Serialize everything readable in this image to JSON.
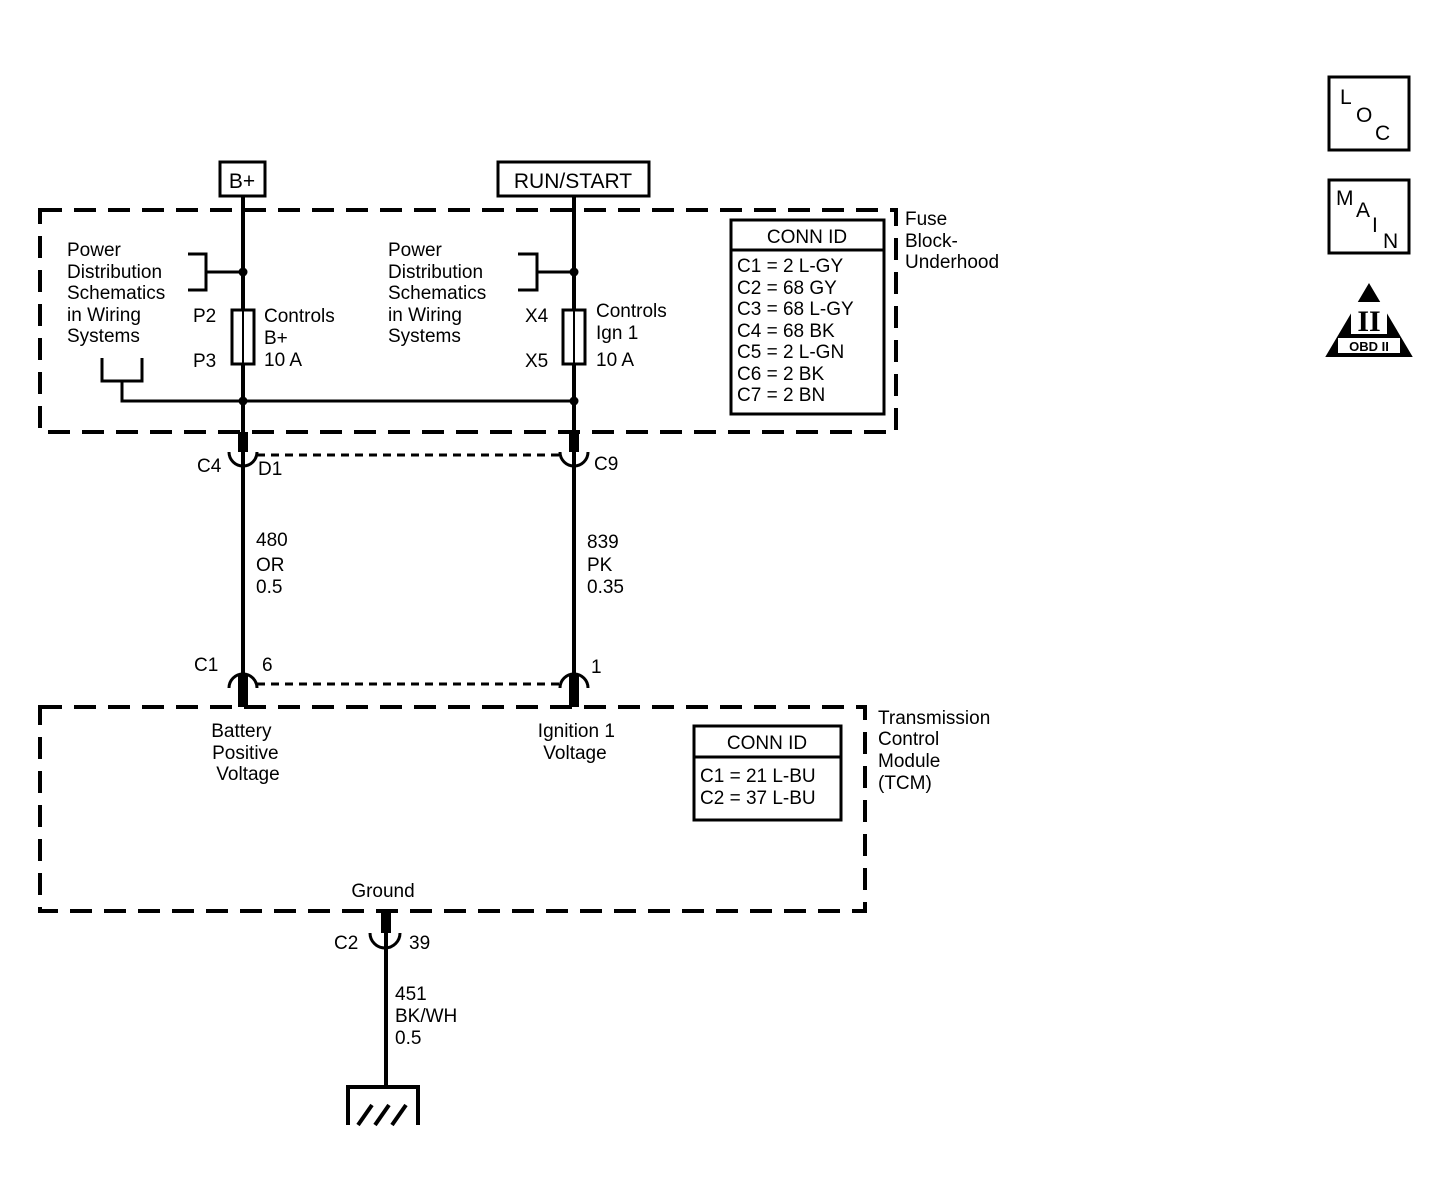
{
  "power_sources": {
    "bplus": "B+",
    "run_start": "RUN/START"
  },
  "nav_buttons": {
    "loc": [
      "L",
      "O",
      "C"
    ],
    "main": [
      "M",
      "A",
      "I",
      "N"
    ],
    "obd": {
      "roman": "II",
      "label": "OBD II"
    }
  },
  "fuse_block": {
    "name": [
      "Fuse",
      "Block-",
      "Underhood"
    ],
    "left_note": [
      "Power",
      "Distribution",
      "Schematics",
      "in Wiring",
      "Systems"
    ],
    "right_note": [
      "Power",
      "Distribution",
      "Schematics",
      "in Wiring",
      "Systems"
    ],
    "fuse_bplus": {
      "top_pin": "P2",
      "bottom_pin": "P3",
      "label": [
        "Controls",
        "B+",
        "10 A"
      ]
    },
    "fuse_ign": {
      "top_pin": "X4",
      "bottom_pin": "X5",
      "label": [
        "Controls",
        "Ign 1",
        "10 A"
      ]
    },
    "conn_table": {
      "title": "CONN ID",
      "rows": [
        "C1 = 2 L-GY",
        "C2 = 68 GY",
        "C3 = 68 L-GY",
        "C4 = 68 BK",
        "C5 = 2 L-GN",
        "C6 = 2 BK",
        "C7 = 2 BN"
      ]
    },
    "connectors": {
      "left_conn": "C4",
      "left_pin": "D1",
      "right_conn": "C9"
    }
  },
  "wires": {
    "w480": [
      "480",
      "OR",
      "0.5"
    ],
    "w839": [
      "839",
      "PK",
      "0.35"
    ],
    "w451": [
      "451",
      "BK/WH",
      "0.5"
    ]
  },
  "tcm": {
    "name": [
      "Transmission",
      "Control",
      "Module",
      "(TCM)"
    ],
    "top_connectors": {
      "conn": "C1",
      "pin_left": "6",
      "pin_right": "1"
    },
    "labels": {
      "battery": [
        "Battery",
        "Positive",
        "Voltage"
      ],
      "ignition": [
        "Ignition 1",
        "Voltage"
      ],
      "ground": "Ground"
    },
    "conn_table": {
      "title": "CONN ID",
      "rows": [
        "C1 = 21 L-BU",
        "C2 = 37 L-BU"
      ]
    },
    "ground_connector": {
      "conn": "C2",
      "pin": "39"
    }
  }
}
